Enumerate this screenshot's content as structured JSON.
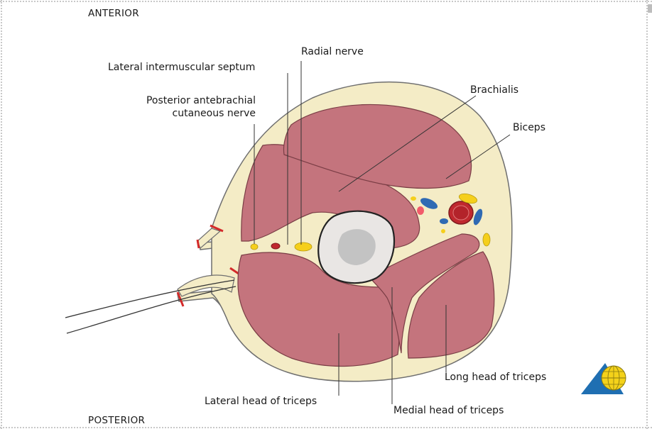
{
  "orientation": {
    "anterior": "ANTERIOR",
    "posterior": "POSTERIOR"
  },
  "labels": {
    "radial_nerve": "Radial nerve",
    "lateral_intermuscular_septum": "Lateral intermuscular septum",
    "posterior_antebrachial_cutaneous_nerve": "Posterior antebrachial\ncutaneous nerve",
    "brachialis": "Brachialis",
    "biceps": "Biceps",
    "long_head_of_triceps": "Long head of triceps",
    "lateral_head_of_triceps": "Lateral head of triceps",
    "medial_head_of_triceps": "Medial head of triceps"
  },
  "colors": {
    "muscle": "#c4747d",
    "muscle_edge": "#7a3d45",
    "fat": "#f4ecc6",
    "skin": "#6f6f6f",
    "bone_outer": "#e9e6e4",
    "bone_inner": "#c3c3c3",
    "nerve": "#f5cf1c",
    "artery": "#c0282e",
    "vein": "#2f6ab3",
    "logo_blue": "#1f6fb2",
    "logo_yellow": "#f4d21a"
  },
  "icons": {
    "logo": "globe-triangle-logo"
  }
}
